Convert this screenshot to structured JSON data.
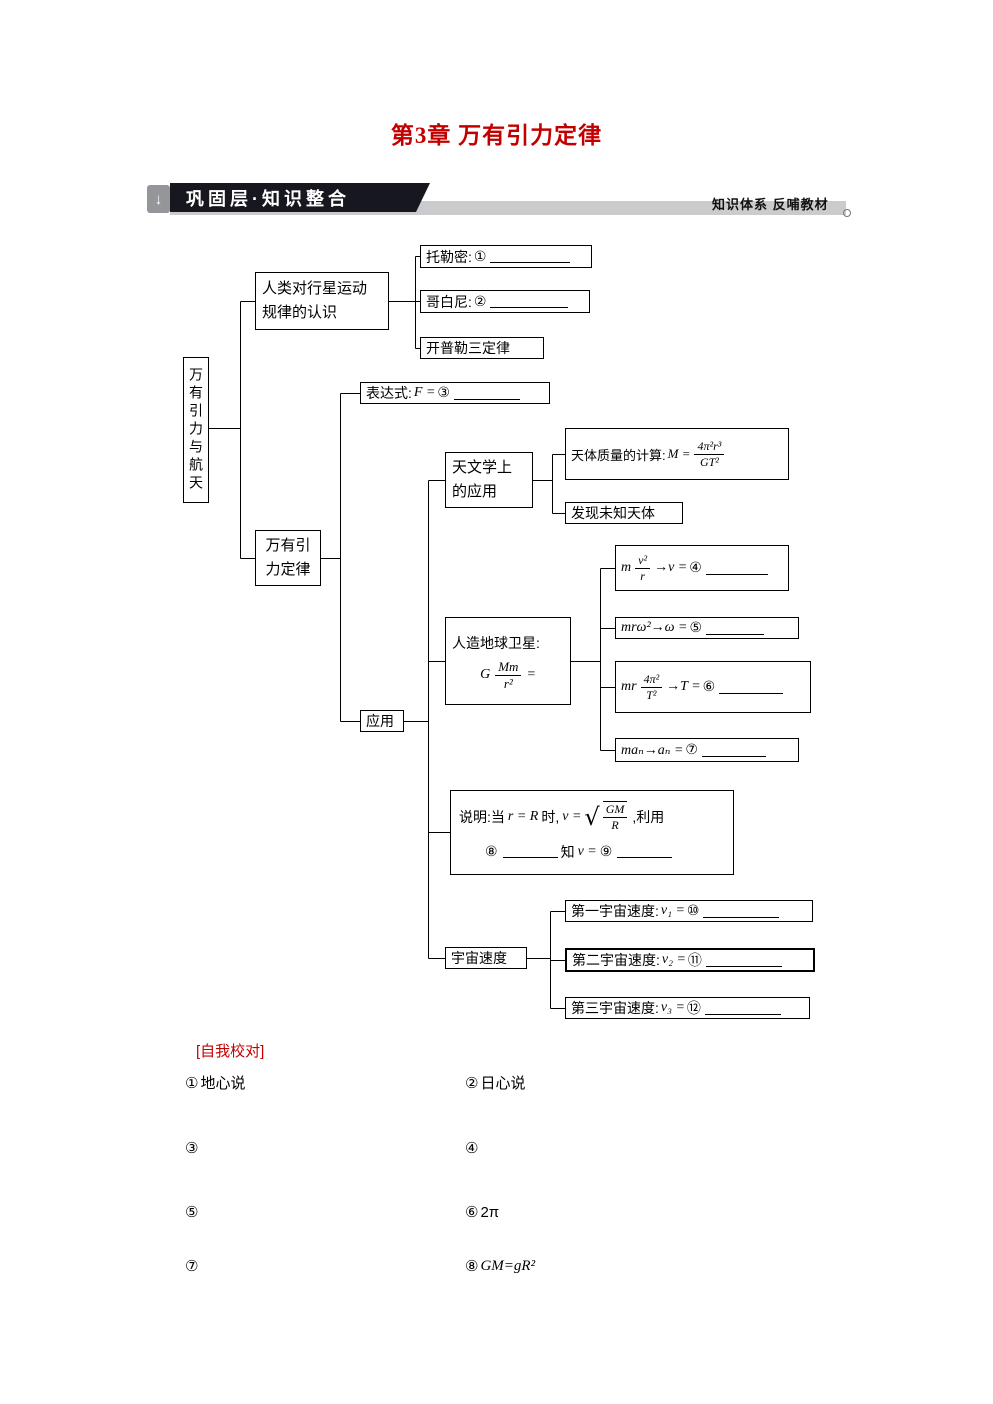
{
  "title": "第3章 万有引力定律",
  "banner": {
    "label": "巩固层·知识整合",
    "right": "知识体系 反哺教材"
  },
  "tree": {
    "root": "万有引力与航天",
    "renshi": {
      "line1": "人类对行星运动",
      "line2": "规律的认识"
    },
    "tuolemi": {
      "label": "托勒密:",
      "num": "①"
    },
    "gebaini": {
      "label": "哥白尼:",
      "num": "②"
    },
    "kaipule": {
      "label": "开普勒三定律"
    },
    "wanyou": {
      "line1": "万有引",
      "line2": "力定律"
    },
    "biaodashi": {
      "label": "表达式:",
      "math": "F =",
      "num": "③"
    },
    "yingyong": {
      "label": "应用"
    },
    "tianwen": {
      "line1": "天文学上",
      "line2": "的应用"
    },
    "tianti": {
      "label": "天体质量的计算:",
      "math": "M =",
      "num": "4π²r³",
      "den": "GT²"
    },
    "faxian": {
      "label": "发现未知天体"
    },
    "renzao": {
      "line1": "人造地球卫星:",
      "g": "G",
      "num": "Mm",
      "den": "r²",
      "eq": "="
    },
    "sat1": {
      "pre": "m",
      "num": "v²",
      "den": "r",
      "post": "→v =",
      "circ": "④"
    },
    "sat2": {
      "math": "mrω²→ω =",
      "circ": "⑤"
    },
    "sat3": {
      "pre": "mr",
      "num": "4π²",
      "den": "T²",
      "post": "→T =",
      "circ": "⑥"
    },
    "sat4": {
      "math": "maₙ→aₙ =",
      "circ": "⑦"
    },
    "shuoming": {
      "l1a": "说明:当",
      "l1m": "r = R",
      "l1b": "时,",
      "l1c": "v =",
      "num": "GM",
      "den": "R",
      "l1d": ",利用",
      "l2a": "⑧",
      "l2b": "知",
      "l2m": "v =",
      "l2c": "⑨"
    },
    "yuzhou": {
      "label": "宇宙速度"
    },
    "v1": {
      "label": "第一宇宙速度:",
      "math": "v₁ =",
      "circ": "⑩"
    },
    "v2": {
      "label": "第二宇宙速度:",
      "math": "v₂ =",
      "circ": "⑪"
    },
    "v3": {
      "label": "第三宇宙速度:",
      "math": "v₃ =",
      "circ": "⑫"
    }
  },
  "selfcheck": {
    "heading": "[自我校对]",
    "answers": [
      {
        "num": "①",
        "text": "地心说"
      },
      {
        "num": "②",
        "text": "日心说"
      },
      {
        "num": "③",
        "text": ""
      },
      {
        "num": "④",
        "text": ""
      },
      {
        "num": "⑤",
        "text": ""
      },
      {
        "num": "⑥",
        "text": "2π"
      },
      {
        "num": "⑦",
        "text": ""
      },
      {
        "num": "⑧",
        "text": "GM=gR²"
      }
    ]
  }
}
